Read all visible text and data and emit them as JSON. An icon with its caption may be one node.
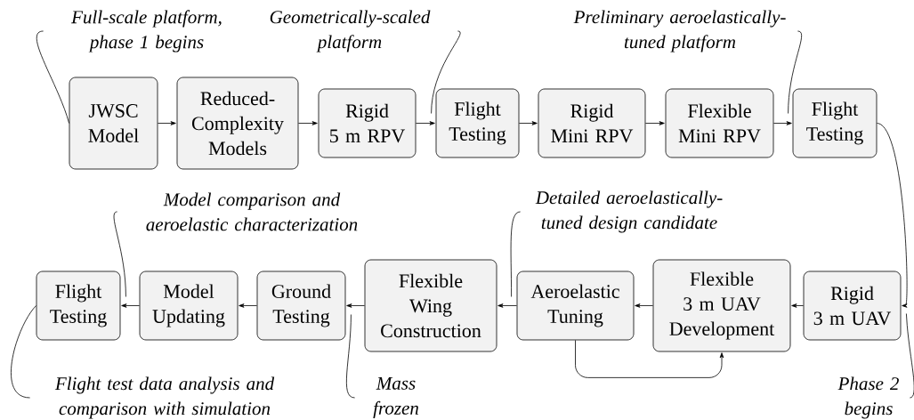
{
  "diagram": {
    "nodes": [
      {
        "text": [
          "JWSC Model"
        ]
      },
      {
        "text": [
          "Reduced-Complexity Models"
        ]
      },
      {
        "text": [
          "Rigid 5 m RPV"
        ]
      },
      {
        "text": [
          "Flight Testing"
        ]
      },
      {
        "text": [
          "Rigid Mini RPV"
        ]
      },
      {
        "text": [
          "Flexible Mini RPV"
        ]
      },
      {
        "text": [
          "Flight Testing"
        ]
      },
      {
        "text": [
          "Rigid 3 m UAV"
        ]
      },
      {
        "text": [
          "Flexible 3 m UAV Development"
        ]
      },
      {
        "text": [
          "Aeroelastic Tuning"
        ]
      },
      {
        "text": [
          "Flexible Wing Construction"
        ]
      },
      {
        "text": [
          "Ground Testing"
        ]
      },
      {
        "text": [
          "Model Updating"
        ]
      },
      {
        "text": [
          "Flight Testing"
        ]
      },
      {
        "text": [
          "Full-scale platform, phase 1 begins"
        ]
      },
      {
        "text": [
          "Geometrically-scaled platform"
        ]
      },
      {
        "text": [
          "Preliminary aeroelastically-tuned platform"
        ]
      },
      {
        "text": [
          "Model comparison and aeroelastic characterization"
        ]
      },
      {
        "text": [
          "Detailed aeroelastically-tuned design candidate"
        ]
      },
      {
        "text": [
          "Flight test data analysis and comparison with simulation"
        ]
      },
      {
        "text": [
          "Mass frozen"
        ]
      },
      {
        "text": [
          "Phase 2 begins"
        ]
      }
    ],
    "edges": [
      {
        "from": 0,
        "to": 1,
        "arrow": "to"
      },
      {
        "from": 1,
        "to": 2,
        "arrow": "to"
      },
      {
        "from": 2,
        "to": 3,
        "arrow": "to"
      },
      {
        "from": 3,
        "to": 4,
        "arrow": "to"
      },
      {
        "from": 4,
        "to": 5,
        "arrow": "to"
      },
      {
        "from": 5,
        "to": 6,
        "arrow": "to"
      },
      {
        "from": 6,
        "to": 7,
        "arrow": "to"
      },
      {
        "from": 7,
        "to": 8,
        "arrow": "to"
      },
      {
        "from": 8,
        "to": 9,
        "arrow": "to"
      },
      {
        "from": 9,
        "to": 10,
        "arrow": "to"
      },
      {
        "from": 10,
        "to": 11,
        "arrow": "to"
      },
      {
        "from": 11,
        "to": 12,
        "arrow": "to"
      },
      {
        "from": 12,
        "to": 13,
        "arrow": "to"
      },
      {
        "from": 9,
        "to": 8,
        "arrow": "to"
      },
      {
        "from": 14,
        "to": 0,
        "arrow": "none"
      },
      {
        "from": 15,
        "to": 3,
        "arrow": "none"
      },
      {
        "from": 16,
        "to": 6,
        "arrow": "none"
      },
      {
        "from": 17,
        "to": 13,
        "arrow": "none"
      },
      {
        "from": 18,
        "to": 9,
        "arrow": "none"
      },
      {
        "from": 19,
        "to": 13,
        "arrow": "none"
      },
      {
        "from": 20,
        "to": 11,
        "arrow": "none"
      },
      {
        "from": 21,
        "to": 7,
        "arrow": "none"
      }
    ]
  }
}
